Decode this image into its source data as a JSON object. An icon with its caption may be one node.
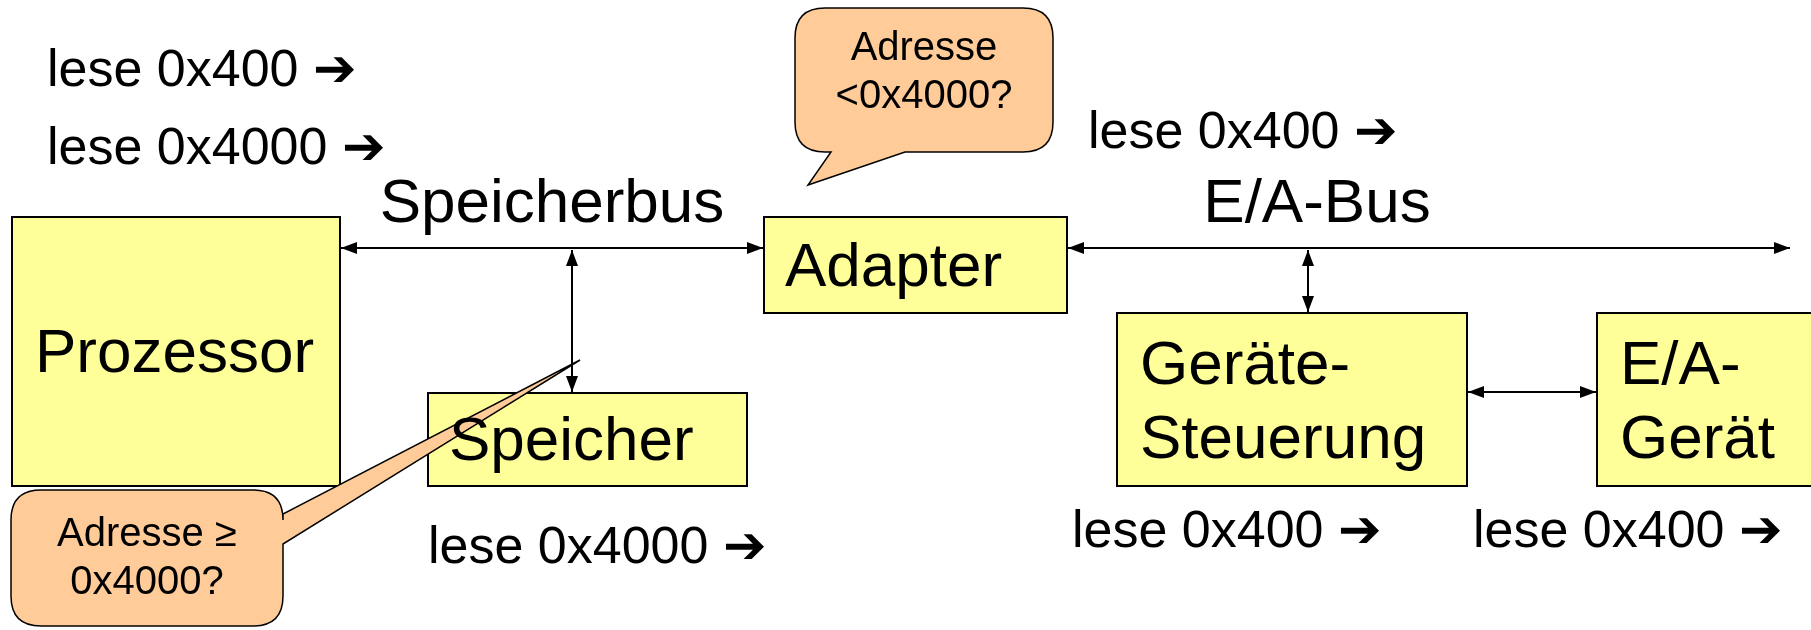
{
  "diagram": {
    "nodes": [
      {
        "text": [
          "Adresse <0x4000?"
        ]
      },
      {
        "text": [
          "Prozessor"
        ]
      },
      {
        "text": [
          "Adapter"
        ]
      },
      {
        "text": [
          "Geräte- Steuerung"
        ]
      },
      {
        "text": [
          "E/A- Gerät"
        ]
      },
      {
        "text": [
          "Speicher"
        ]
      },
      {
        "text": [
          "Adresse ≥ 0x4000?"
        ]
      }
    ],
    "edges": [
      {
        "from": 1,
        "to": 2,
        "arrow": "both",
        "label": "Speicherbus"
      },
      {
        "from": null,
        "to": 5,
        "arrow": "both"
      },
      {
        "from": 2,
        "to": null,
        "arrow": "both",
        "label": "E/A-Bus"
      },
      {
        "from": null,
        "to": 3,
        "arrow": "both"
      },
      {
        "from": 3,
        "to": 4,
        "arrow": "both"
      }
    ],
    "labels": [
      "lese 0x400 ➔",
      "lese 0x4000 ➔",
      "lese 0x400 ➔",
      "lese 0x4000 ➔",
      "lese 0x400 ➔",
      "lese 0x400 ➔"
    ]
  }
}
